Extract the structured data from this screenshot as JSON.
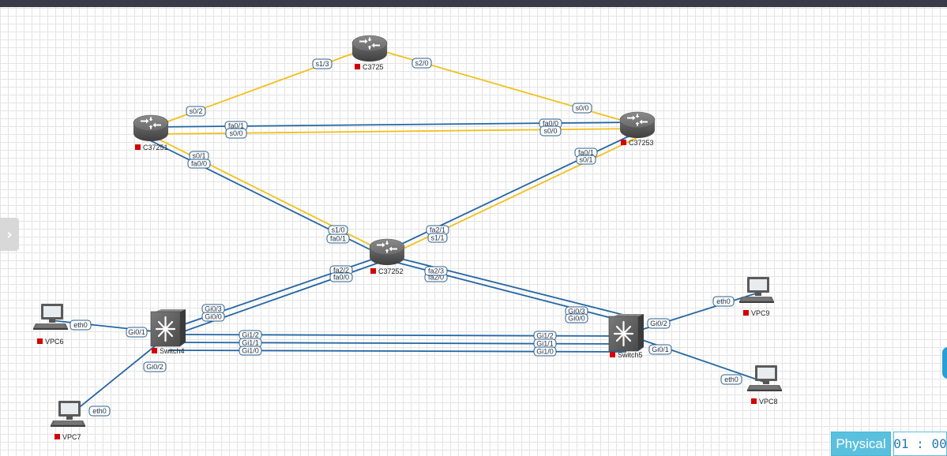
{
  "toolbar": {
    "mode_label": "Physical",
    "timer": "01 : 00"
  },
  "icons": {
    "side_toggle": "chevron-right-icon"
  },
  "colors": {
    "serial_link": "#f2c01e",
    "ethernet_link": "#2466a3",
    "status_stopped": "#d40000",
    "mode_button": "#5bc0de"
  },
  "nodes": [
    {
      "id": "C3725",
      "type": "router",
      "label": "C3725"
    },
    {
      "id": "C37251",
      "type": "router",
      "label": "C37251"
    },
    {
      "id": "C37253",
      "type": "router",
      "label": "C37253"
    },
    {
      "id": "C37252",
      "type": "router",
      "label": "C37252"
    },
    {
      "id": "Switch4",
      "type": "switch",
      "label": "Switch4"
    },
    {
      "id": "Switch5",
      "type": "switch",
      "label": "Switch5"
    },
    {
      "id": "VPC6",
      "type": "pc",
      "label": "VPC6"
    },
    {
      "id": "VPC7",
      "type": "pc",
      "label": "VPC7"
    },
    {
      "id": "VPC8",
      "type": "pc",
      "label": "VPC8"
    },
    {
      "id": "VPC9",
      "type": "pc",
      "label": "VPC9"
    }
  ],
  "links": [
    {
      "from": "C37251",
      "to": "C3725",
      "kind": "serial",
      "from_port": "s0/2",
      "to_port": "s1/3"
    },
    {
      "from": "C3725",
      "to": "C37253",
      "kind": "serial",
      "from_port": "s2/0",
      "to_port": "s0/0"
    },
    {
      "from": "C37251",
      "to": "C37253",
      "kind": "ethernet",
      "from_port": "fa0/1",
      "to_port": "fa0/0"
    },
    {
      "from": "C37251",
      "to": "C37253",
      "kind": "serial",
      "from_port": "s0/0",
      "to_port": "s0/0"
    },
    {
      "from": "C37251",
      "to": "C37252",
      "kind": "serial",
      "from_port": "s0/1",
      "to_port": "s1/0"
    },
    {
      "from": "C37251",
      "to": "C37252",
      "kind": "ethernet",
      "from_port": "fa0/0",
      "to_port": "fa0/1"
    },
    {
      "from": "C37253",
      "to": "C37252",
      "kind": "ethernet",
      "from_port": "fa0/1",
      "to_port": "fa2/1"
    },
    {
      "from": "C37253",
      "to": "C37252",
      "kind": "serial",
      "from_port": "s0/1",
      "to_port": "s1/1"
    },
    {
      "from": "C37252",
      "to": "Switch4",
      "kind": "ethernet",
      "from_port": "fa2/2",
      "to_port": "Gi0/3"
    },
    {
      "from": "C37252",
      "to": "Switch4",
      "kind": "ethernet",
      "from_port": "fa0/0",
      "to_port": "Gi0/0"
    },
    {
      "from": "C37252",
      "to": "Switch5",
      "kind": "ethernet",
      "from_port": "fa2/3",
      "to_port": "Gi0/3"
    },
    {
      "from": "C37252",
      "to": "Switch5",
      "kind": "ethernet",
      "from_port": "fa2/0",
      "to_port": "Gi0/0"
    },
    {
      "from": "Switch4",
      "to": "Switch5",
      "kind": "ethernet",
      "from_port": "Gi1/2",
      "to_port": "Gi1/2"
    },
    {
      "from": "Switch4",
      "to": "Switch5",
      "kind": "ethernet",
      "from_port": "Gi1/1",
      "to_port": "Gi1/1"
    },
    {
      "from": "Switch4",
      "to": "Switch5",
      "kind": "ethernet",
      "from_port": "Gi1/0",
      "to_port": "Gi1/0"
    },
    {
      "from": "VPC6",
      "to": "Switch4",
      "kind": "ethernet",
      "from_port": "eth0",
      "to_port": "Gi0/1"
    },
    {
      "from": "VPC7",
      "to": "Switch4",
      "kind": "ethernet",
      "from_port": "eth0",
      "to_port": "Gi0/2"
    },
    {
      "from": "Switch5",
      "to": "VPC9",
      "kind": "ethernet",
      "from_port": "Gi0/2",
      "to_port": "eth0"
    },
    {
      "from": "Switch5",
      "to": "VPC8",
      "kind": "ethernet",
      "from_port": "Gi0/1",
      "to_port": "eth0"
    }
  ]
}
